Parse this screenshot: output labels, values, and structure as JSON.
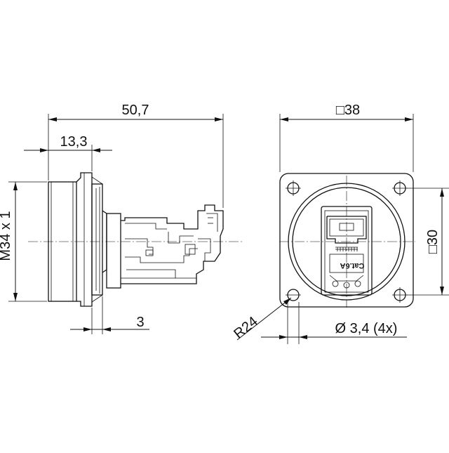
{
  "drawing": {
    "side_view": {
      "overall_length": "50,7",
      "flange_depth": "13,3",
      "wall_thickness": "3",
      "thread": "M34 x 1"
    },
    "front_view": {
      "square_size": "□38",
      "hole_pitch": "□30",
      "radius": "R24",
      "hole_diameter": "Ø 3,4 (4x)",
      "jack_label": "Cat.6A"
    }
  }
}
